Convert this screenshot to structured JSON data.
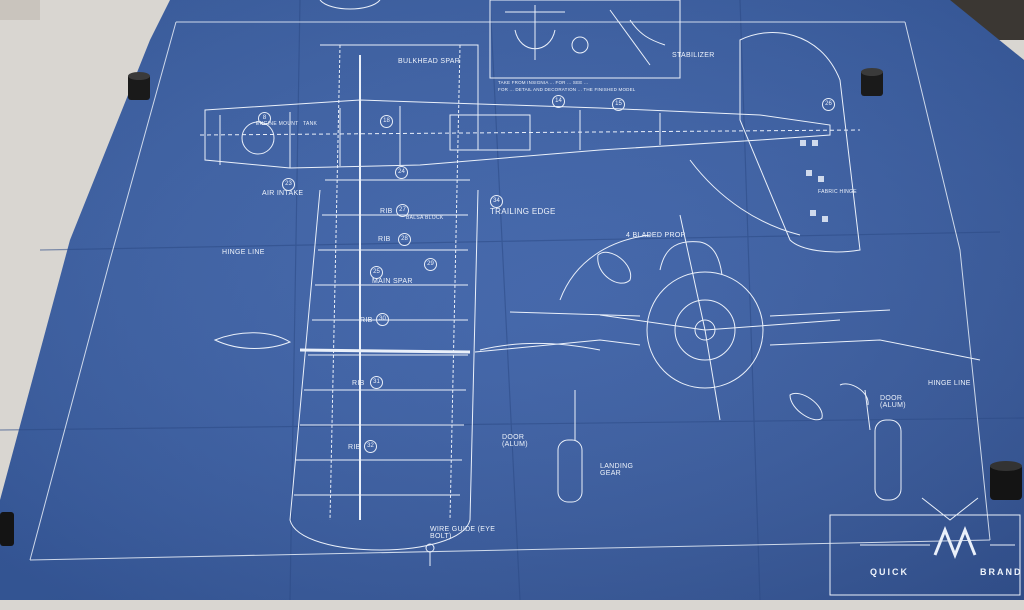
{
  "labels": {
    "bulkhead_spar": "BULKHEAD SPAR",
    "stabilizer": "STABILIZER",
    "engine_mount": "ENGINE MOUNT",
    "tank": "TANK",
    "air_intake": "AIR INTAKE",
    "rib_27": "RIB",
    "balsa_block": "BALSA BLOCK",
    "rib_28": "RIB",
    "trailing_edge": "TRAILING EDGE",
    "hinge_line_left": "HINGE LINE",
    "main_spar": "MAIN SPAR",
    "rib_30": "RIB",
    "rib_31": "RIB",
    "rib_32": "RIB",
    "four_bladed_prop": "4 BLADED PROP",
    "fabric_hinge": "FABRIC HINGE",
    "hinge_line_right": "HINGE LINE",
    "door_right": "DOOR (ALUM)",
    "door_center": "DOOR (ALUM)",
    "landing_gear": "LANDING GEAR",
    "wire_guide": "WIRE GUIDE (EYE BOLT)",
    "note_line_1": "TAKE FROM INSIGNIA ... FOR ... SEE ...",
    "note_line_2": "FOR ... DETAIL AND DECORATION ... THE FINISHED MODEL"
  },
  "part_numbers": [
    "8",
    "18",
    "14",
    "15",
    "23",
    "24",
    "27",
    "28",
    "29",
    "25",
    "30",
    "31",
    "32",
    "34",
    "26"
  ],
  "logo": {
    "left_word": "QUICK",
    "right_word": "BRAND"
  },
  "colors": {
    "blueprint": "#3a5fa6",
    "blueprint_dark": "#2f4f8e",
    "line": "#eaf0fa",
    "background": "#dcd9d4"
  }
}
